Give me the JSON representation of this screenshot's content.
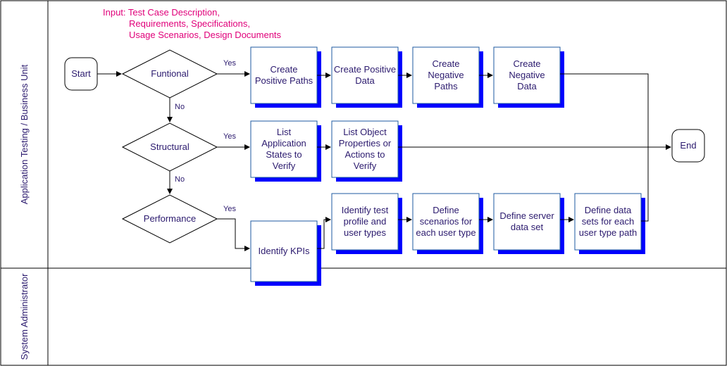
{
  "lanes": [
    {
      "label": "Application Testing / Business Unit"
    },
    {
      "label": "System Administrator"
    }
  ],
  "input_note": [
    "Input: Test Case Description,",
    "Requirements, Specifications,",
    "Usage Scenarios, Design Documents"
  ],
  "nodes": {
    "start": "Start",
    "end": "End",
    "functional": "Funtional",
    "structural": "Structural",
    "performance": "Performance",
    "create_positive_paths": "Create Positive Paths",
    "create_positive_data": "Create Positive Data",
    "create_negative_paths": "Create Negative Paths",
    "create_negative_data": "Create Negative Data",
    "list_app_states": "List Application States to Verify",
    "list_object_props": "List Object Properties or Actions to Verify",
    "identify_kpis": "Identify KPIs",
    "identify_test_profile": "Identify test profile and user types",
    "define_scenarios": "Define scenarios for each user type",
    "define_server_data": "Define server data set",
    "define_data_sets": "Define data sets for each user type path"
  },
  "edge_labels": {
    "yes1": "Yes",
    "no1": "No",
    "yes2": "Yes",
    "no2": "No",
    "yes3": "Yes"
  },
  "colors": {
    "box_fill": "#ffffff",
    "box_border": "#1e5aa0",
    "shadow": "#0000ff",
    "text": "#2b1a6e",
    "input_text": "#e0007a"
  }
}
